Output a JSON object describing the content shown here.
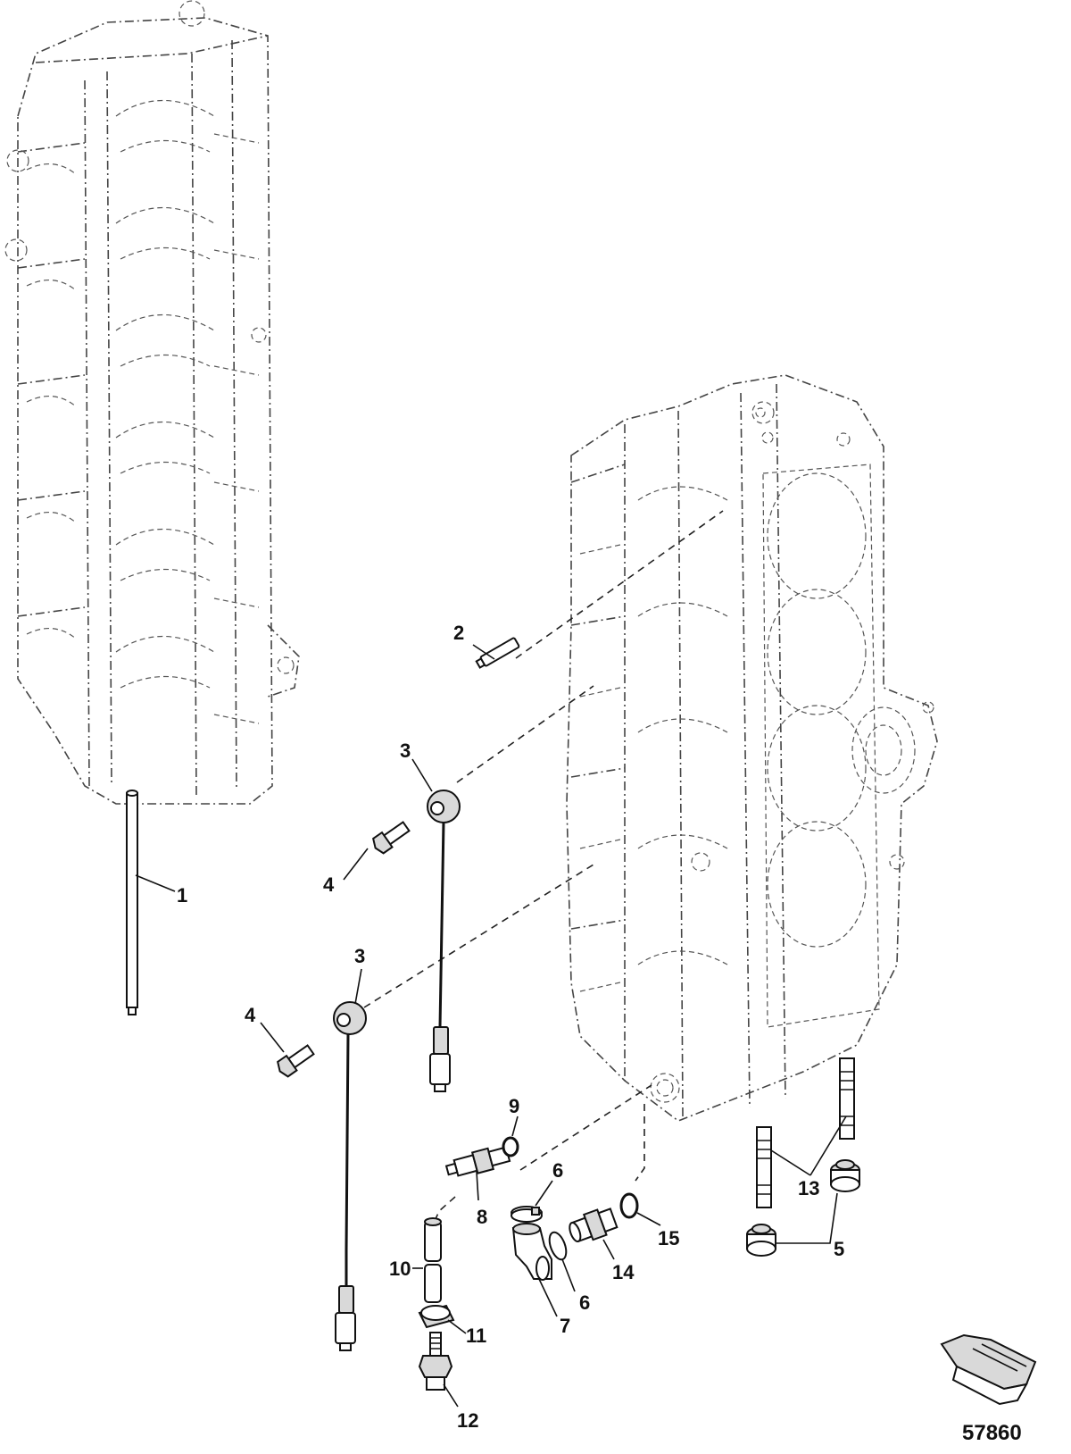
{
  "diagram": {
    "figure_number": "57860",
    "callouts": [
      "1",
      "2",
      "3",
      "3",
      "4",
      "4",
      "5",
      "6",
      "6",
      "7",
      "8",
      "9",
      "10",
      "11",
      "12",
      "13",
      "14",
      "15"
    ]
  }
}
